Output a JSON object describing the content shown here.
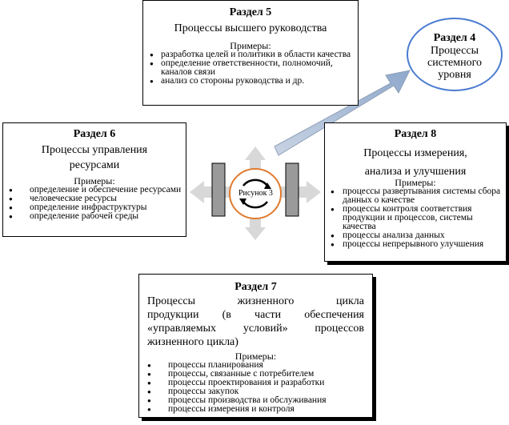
{
  "sections": {
    "s5": {
      "title": "Раздел 5",
      "subtitle": "Процессы высшего руководства",
      "examples_label": "Примеры:",
      "items": [
        "разработка целей и политики в области качества",
        "определение ответственности, полномочий, каналов связи",
        "анализ со стороны руководства и др."
      ]
    },
    "s4": {
      "title": "Раздел 4",
      "subtitle_lines": [
        "Процессы",
        "системного",
        "уровня"
      ]
    },
    "s6": {
      "title": "Раздел 6",
      "subtitle_lines": [
        "Процессы управления",
        "ресурсами"
      ],
      "examples_label": "Примеры:",
      "items": [
        "определение и обеспечение ресурсами",
        "человеческие ресурсы",
        "определение инфраструктуры",
        "определение рабочей среды"
      ]
    },
    "s8": {
      "title": "Раздел 8",
      "subtitle_lines": [
        "Процессы измерения,",
        "анализа и улучшения"
      ],
      "examples_label": "Примеры:",
      "items": [
        "процессы развертывания системы сбора данных о качестве",
        "процессы контроля соответствия продукции и процессов, системы качества",
        "процессы анализа данных",
        "процессы непрерывного улучшения"
      ]
    },
    "s7": {
      "title": "Раздел 7",
      "subtitle_lines": [
        "Процессы жизненного цикла",
        "продукции (в части обеспечения",
        "«управляемых условий» процессов",
        "жизненного цикла)"
      ],
      "examples_label": "Примеры:",
      "items": [
        "процессы планирования",
        "процессы, связанные с потребителем",
        "процессы проектирования и разработки",
        "процессы закупок",
        "процессы производства и обслуживания",
        "процессы измерения и контроля"
      ]
    }
  },
  "center_label": "Рисунок 3",
  "colors": {
    "ellipse_border": "#4a7bd0",
    "center_ring": "#e07a2e",
    "big_arrow": "#a8bcd8",
    "cross_arrows": "#d8d8d8",
    "side_bars": "#9a9a9a"
  }
}
